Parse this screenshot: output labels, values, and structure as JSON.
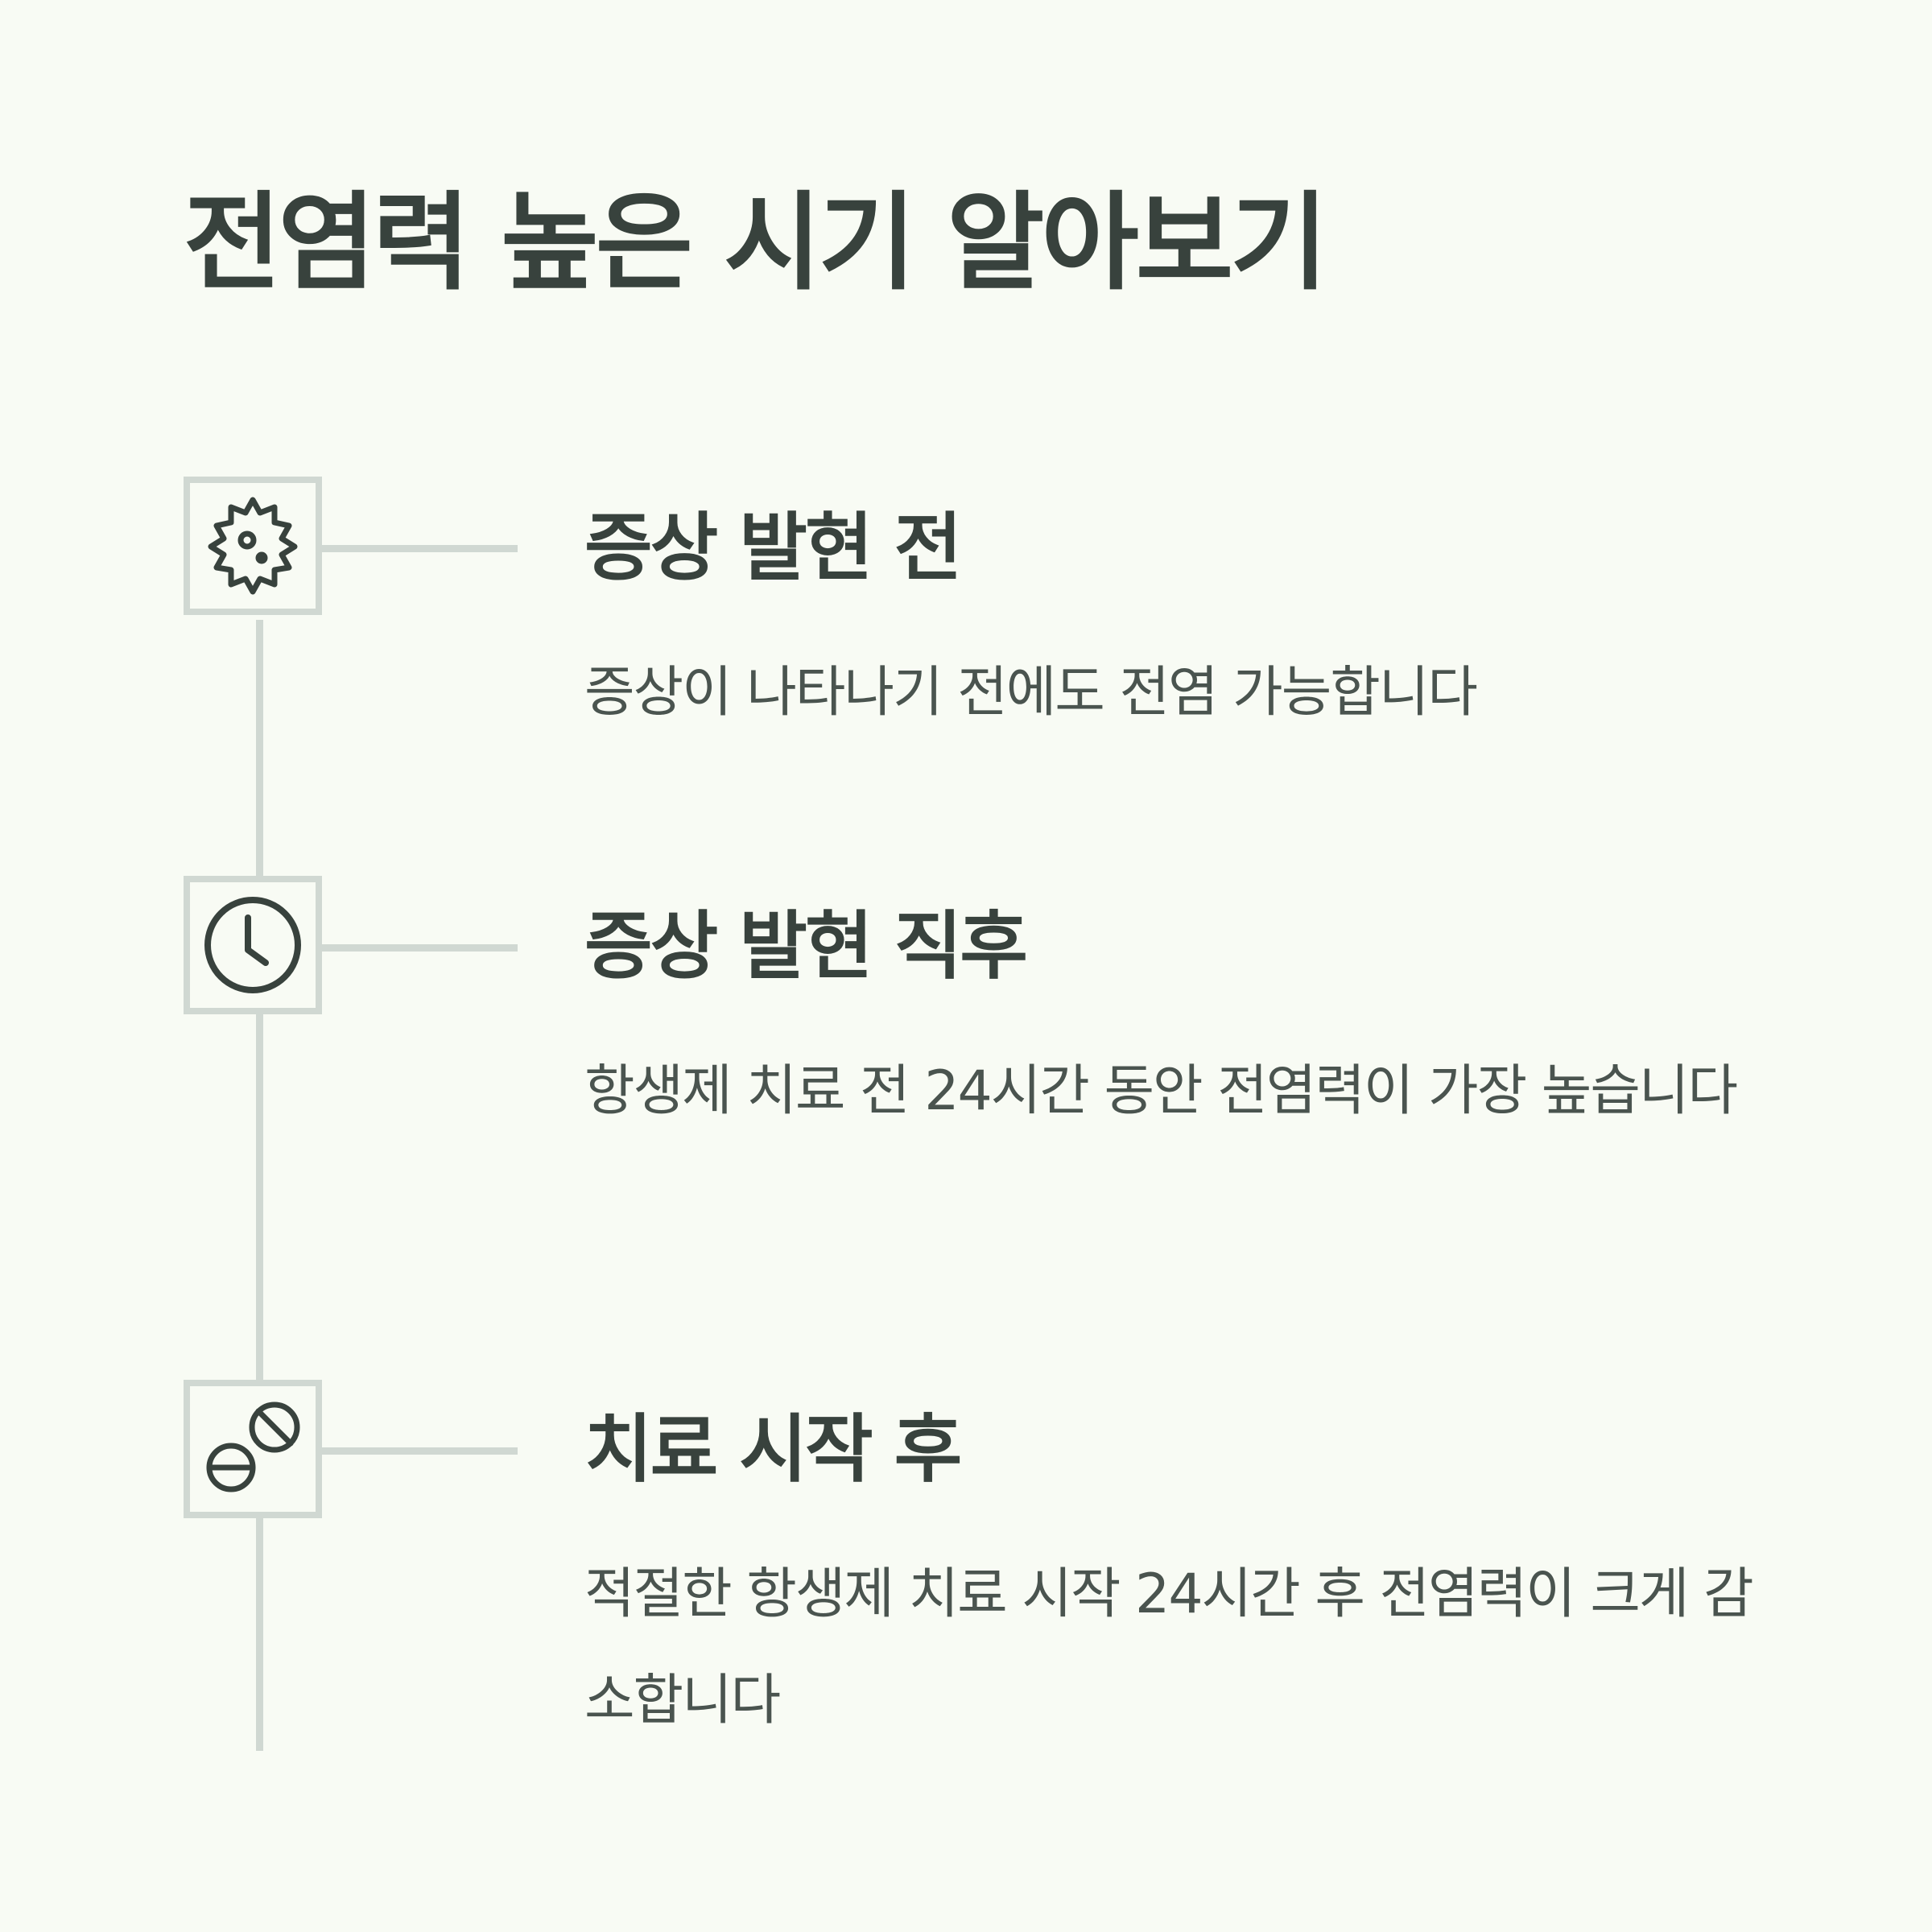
{
  "title": "전염력 높은 시기 알아보기",
  "colors": {
    "background": "#f8fbf4",
    "text": "#38423d",
    "line": "#d0d8d2"
  },
  "steps": [
    {
      "icon": "virus-icon",
      "title": "증상 발현 전",
      "description": "증상이 나타나기 전에도 전염 가능합니다"
    },
    {
      "icon": "clock-icon",
      "title": "증상 발현 직후",
      "description": "항생제 치료 전 24시간 동안 전염력이 가장 높습니다"
    },
    {
      "icon": "pills-icon",
      "title": "치료 시작 후",
      "description": "적절한 항생제 치료 시작 24시간 후 전염력이 크게 감소합니다"
    }
  ]
}
